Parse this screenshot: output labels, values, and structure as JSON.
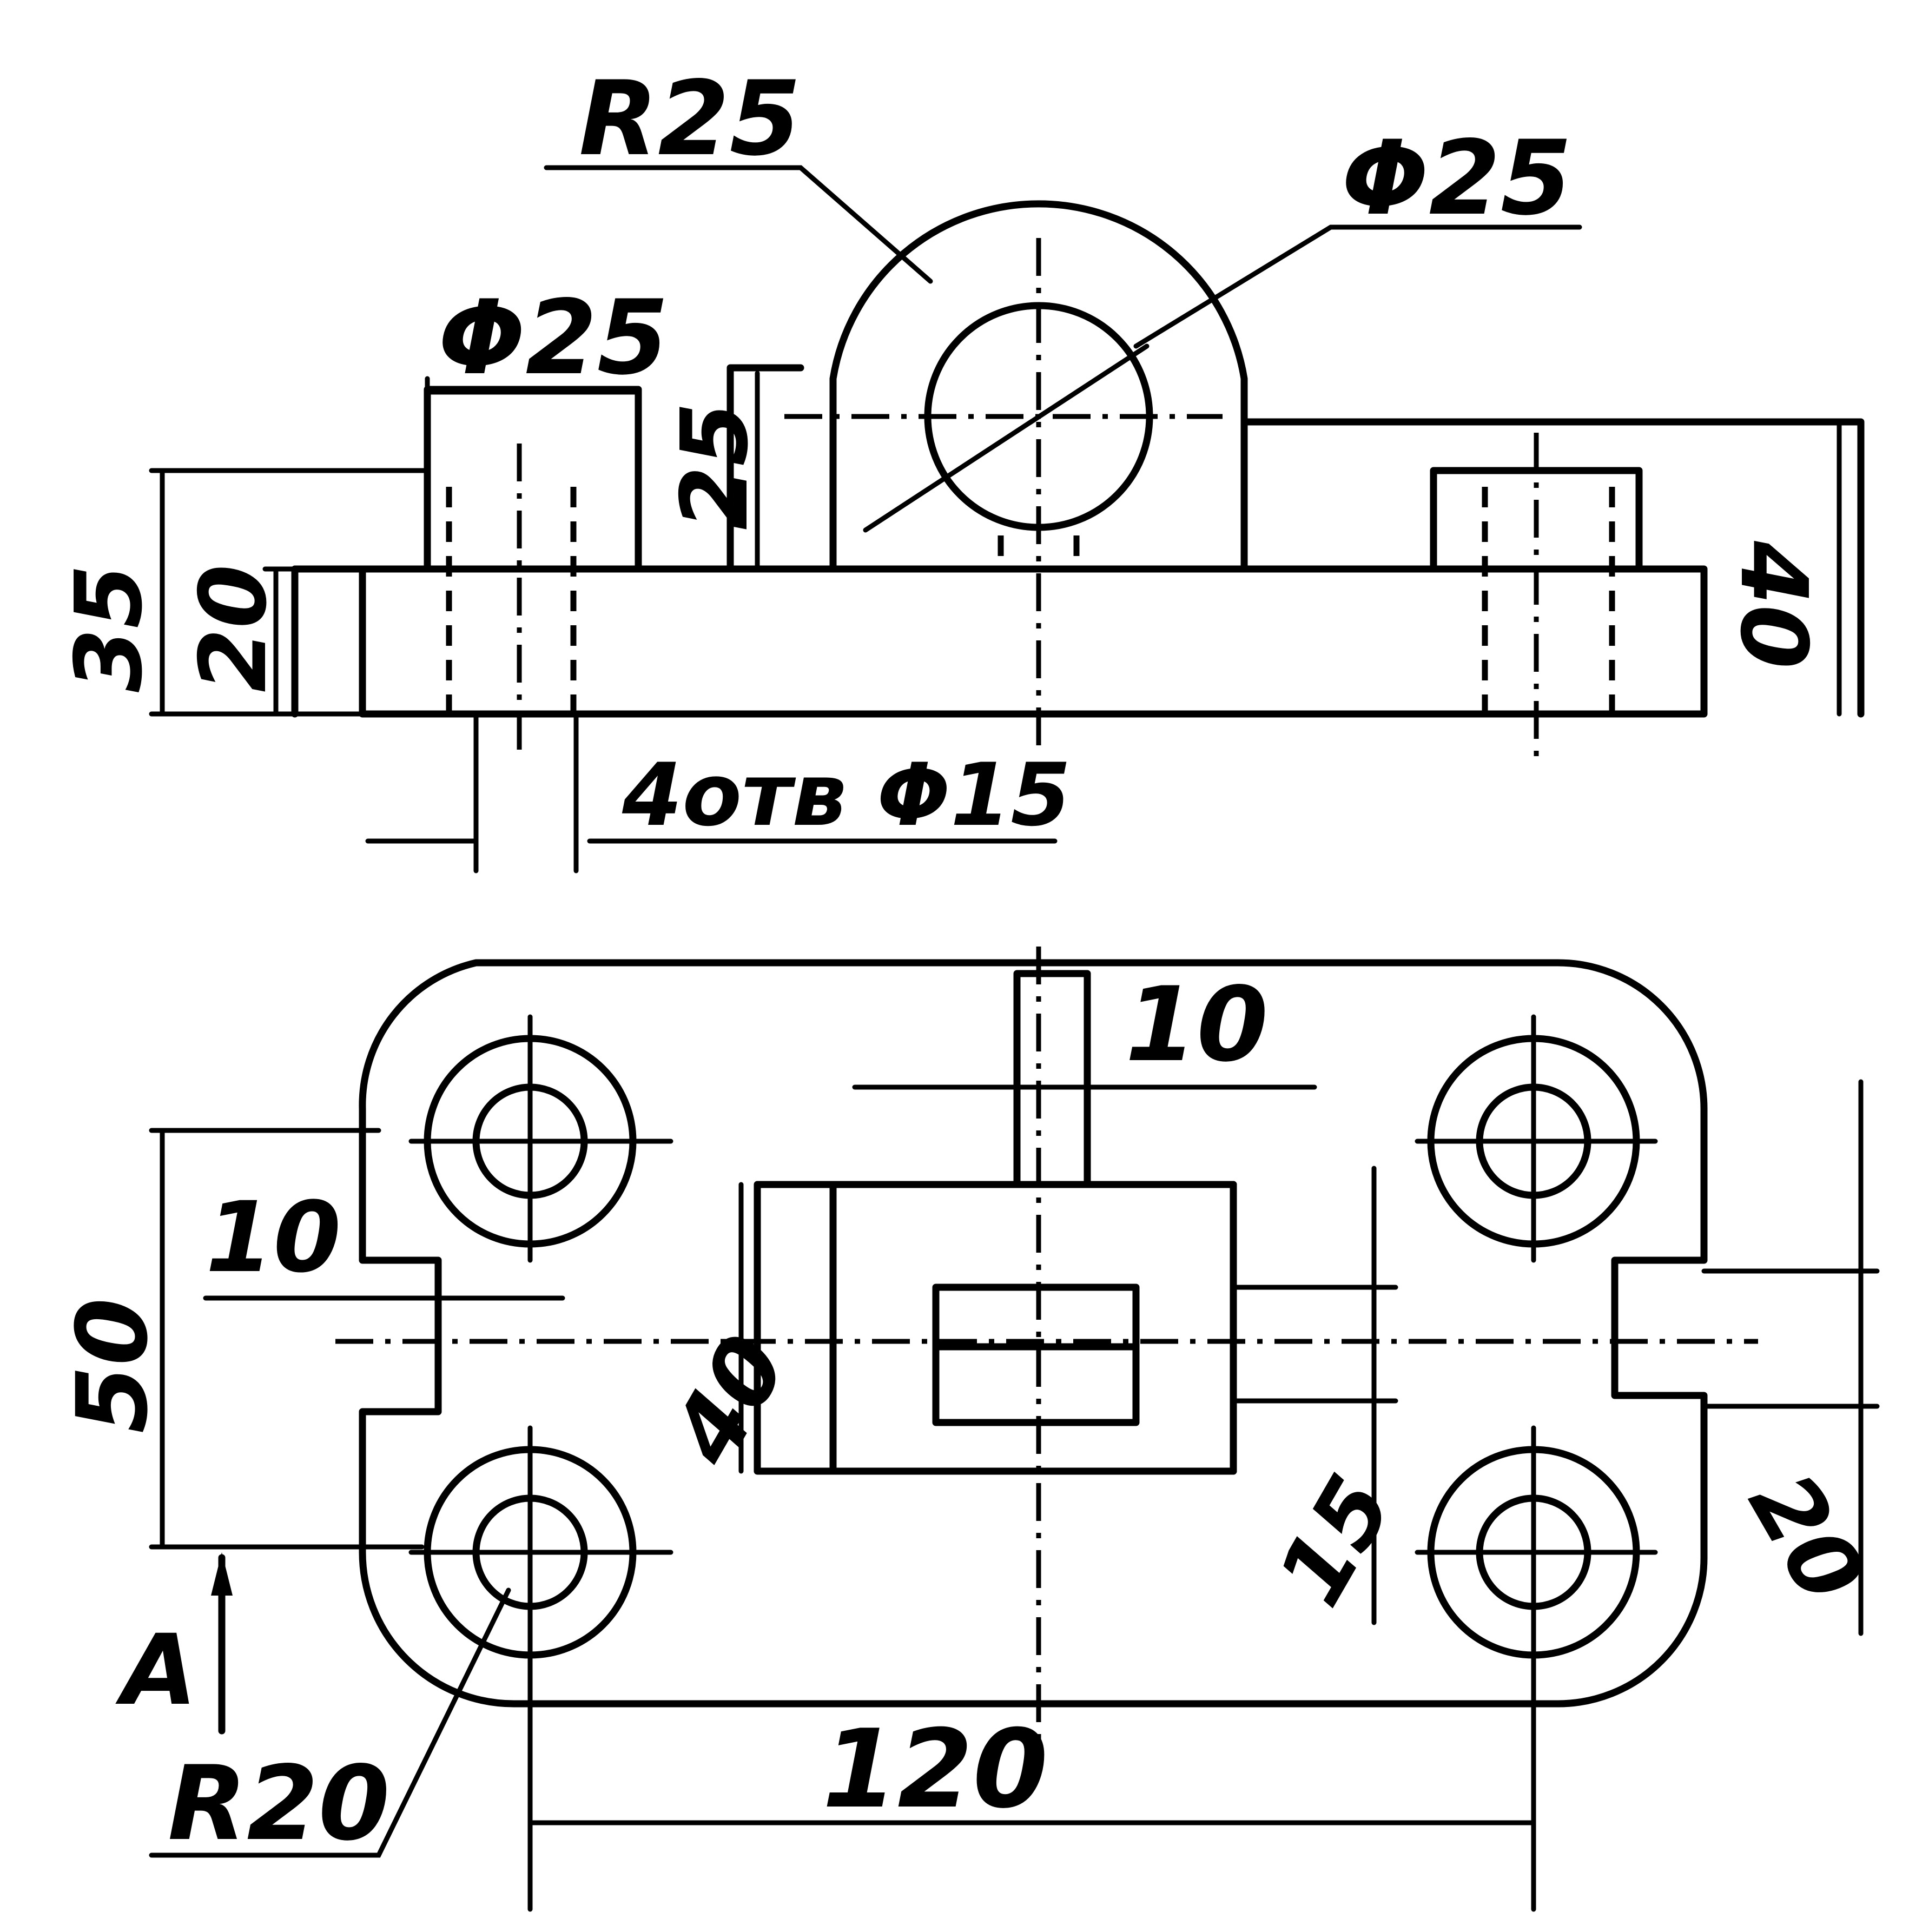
{
  "front_view": {
    "boss_radius": "R25",
    "boss_hole_dia": "Φ25",
    "lug_dia": "Φ25",
    "boss_height": "25",
    "overall_height": "35",
    "base_height": "20",
    "right_height": "40",
    "holes_note": "4отв Φ15"
  },
  "top_view": {
    "slot_width_top": "10",
    "slot_width_left": "10",
    "overall_width": "50",
    "boss_width": "40",
    "rib_width": "15",
    "right_width": "20",
    "corner_radius": "R20",
    "hole_spacing": "120",
    "view_label": "A"
  }
}
